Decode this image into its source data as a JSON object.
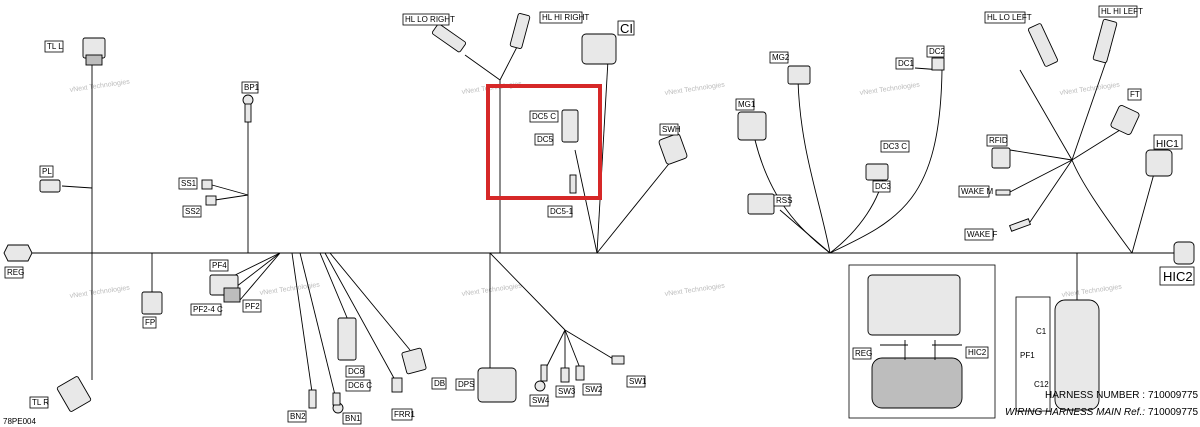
{
  "watermark": "vNext Technologies",
  "highlight_color": "#d62828",
  "connectors": {
    "tl_l": "TL L",
    "bp1": "BP1",
    "pl": "PL",
    "ss1": "SS1",
    "ss2": "SS2",
    "reg_left": "REG",
    "pf4": "PF4",
    "pf2_4c": "PF2-4 C",
    "pf2": "PF2",
    "fp": "FP",
    "tl_r": "TL R",
    "bn2": "BN2",
    "bn1": "BN1",
    "dc6": "DC6",
    "dc6c": "DC6 C",
    "db": "DB",
    "frr1": "FRR1",
    "dps": "DPS",
    "sw4": "SW4",
    "sw3": "SW3",
    "sw2": "SW2",
    "sw1": "SW1",
    "hl_lo_right": "HL  LO RIGHT",
    "hl_hi_right": "HL  HI RIGHT",
    "ci": "CI",
    "dc5c": "DC5  C",
    "dc5": "DC5",
    "dc5_1": "DC5-1",
    "swh": "SWH",
    "mg2": "MG2",
    "mg1": "MG1",
    "dc1": "DC1",
    "dc2": "DC2",
    "dc3c": "DC3  C",
    "dc3": "DC3",
    "rss": "RSS",
    "hl_lo_left": "HL LO LEFT",
    "hl_hi_left": "HL HI LEFT",
    "ft": "FT",
    "hic1": "HIC1",
    "rfid": "RFID",
    "wake_m": "WAKE M",
    "wake_f": "WAKE F",
    "hic2": "HIC2",
    "inset_reg": "REG",
    "inset_hic2": "HIC2",
    "pf1": "PF1",
    "c1": "C1",
    "c12": "C12"
  },
  "footer": {
    "harness_number_label": "HARNESS NUMBER :",
    "harness_number_value": "710009775",
    "ref_label": "WIRING HARNESS MAIN Ref.:",
    "ref_value": "710009775",
    "figure_code": "78PE004"
  }
}
